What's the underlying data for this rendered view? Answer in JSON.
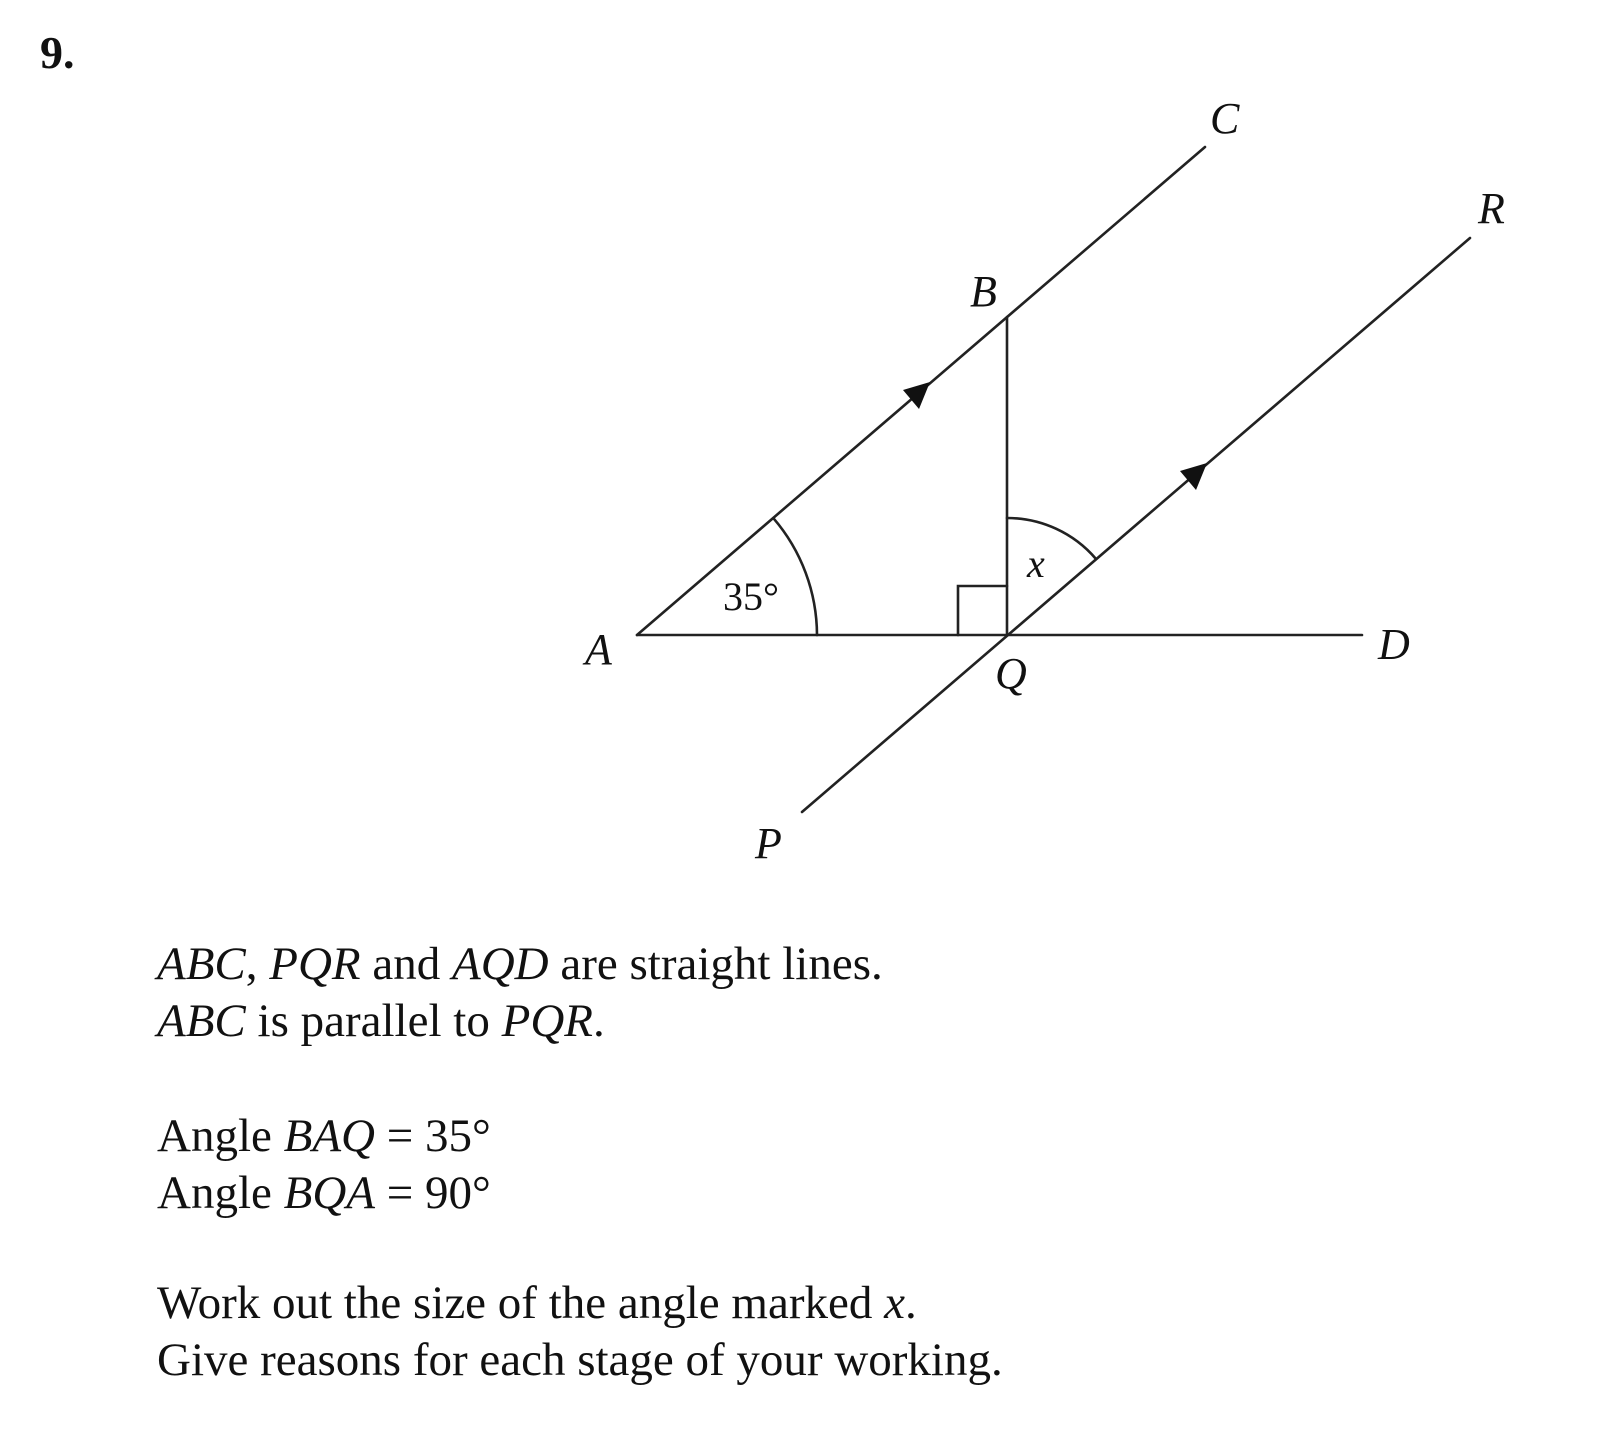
{
  "question": {
    "number": "9."
  },
  "diagram": {
    "points": {
      "A": "A",
      "B": "B",
      "C": "C",
      "D": "D",
      "P": "P",
      "Q": "Q",
      "R": "R"
    },
    "angle_A_label": "35°",
    "angle_x_label": "x"
  },
  "text": {
    "statements": {
      "line1": {
        "t1": "ABC",
        "t2": ", ",
        "t3": "PQR",
        "t4": " and ",
        "t5": "AQD",
        "t6": " are straight lines."
      },
      "line2": {
        "t1": "ABC",
        "t2": " is parallel to ",
        "t3": "PQR",
        "t4": "."
      }
    },
    "angles": {
      "line1": {
        "t1": "Angle ",
        "t2": "BAQ",
        "t3": " = 35°"
      },
      "line2": {
        "t1": "Angle ",
        "t2": "BQA",
        "t3": " = 90°"
      }
    },
    "task": {
      "line1": {
        "t1": "Work out the size of the angle marked ",
        "t2": "x",
        "t3": "."
      },
      "line2": {
        "t1": "Give reasons for each stage of your working."
      }
    }
  }
}
